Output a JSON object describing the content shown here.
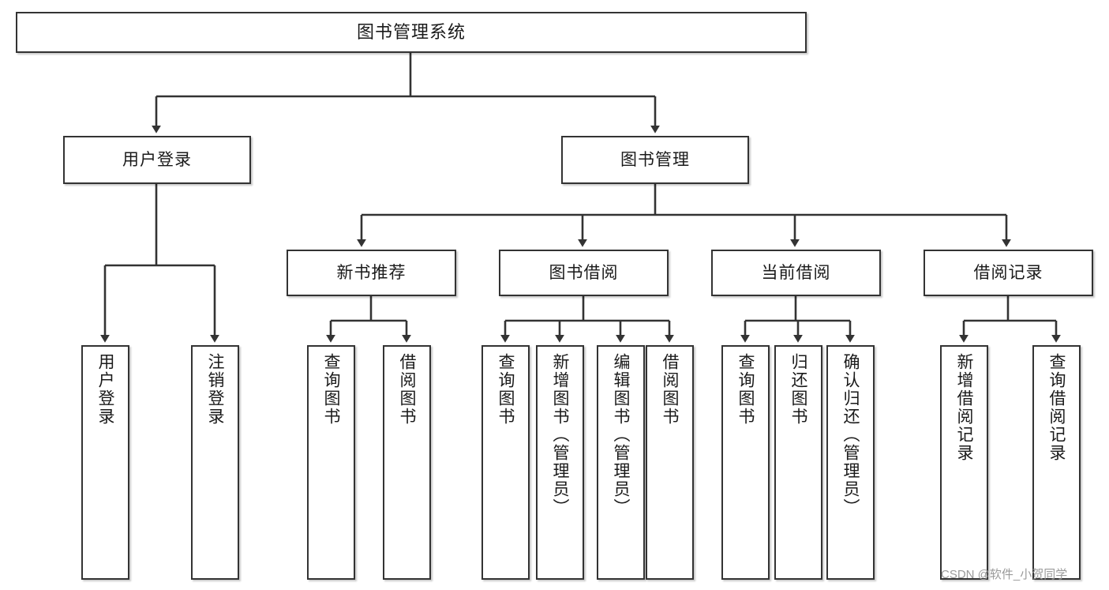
{
  "diagram": {
    "type": "hierarchy-tree",
    "title": "图书管理系统",
    "orientation": "top-down",
    "levels": 4,
    "stroke_color": "#333333",
    "background_color": "#ffffff",
    "node_fill": "#ffffff"
  },
  "nodes": {
    "root": {
      "label": "图书管理系统"
    },
    "level2": [
      {
        "id": "user-login",
        "label": "用户登录"
      },
      {
        "id": "book-manage",
        "label": "图书管理"
      }
    ],
    "level3": [
      {
        "id": "new-book-recommend",
        "label": "新书推荐",
        "parent": "book-manage"
      },
      {
        "id": "book-borrow",
        "label": "图书借阅",
        "parent": "book-manage"
      },
      {
        "id": "current-borrow",
        "label": "当前借阅",
        "parent": "book-manage"
      },
      {
        "id": "borrow-record",
        "label": "借阅记录",
        "parent": "book-manage"
      }
    ],
    "leaves": [
      {
        "id": "leaf-user-login",
        "label": "用户登录",
        "parent": "user-login"
      },
      {
        "id": "leaf-logout",
        "label": "注销登录",
        "parent": "user-login"
      },
      {
        "id": "leaf-query-book-1",
        "label": "查询图书",
        "parent": "new-book-recommend"
      },
      {
        "id": "leaf-borrow-book-1",
        "label": "借阅图书",
        "parent": "new-book-recommend"
      },
      {
        "id": "leaf-query-book-2",
        "label": "查询图书",
        "parent": "book-borrow"
      },
      {
        "id": "leaf-add-book",
        "label": "新增图书（管理员）",
        "parent": "book-borrow"
      },
      {
        "id": "leaf-edit-book",
        "label": "编辑图书（管理员）",
        "parent": "book-borrow"
      },
      {
        "id": "leaf-borrow-book-2",
        "label": "借阅图书",
        "parent": "book-borrow"
      },
      {
        "id": "leaf-query-book-3",
        "label": "查询图书",
        "parent": "current-borrow"
      },
      {
        "id": "leaf-return-book",
        "label": "归还图书",
        "parent": "current-borrow"
      },
      {
        "id": "leaf-confirm-return",
        "label": "确认归还（管理员）",
        "parent": "current-borrow"
      },
      {
        "id": "leaf-add-record",
        "label": "新增借阅记录",
        "parent": "borrow-record"
      },
      {
        "id": "leaf-query-record",
        "label": "查询借阅记录",
        "parent": "borrow-record"
      }
    ]
  },
  "watermark": {
    "text": "CSDN @软件_小贺同学"
  }
}
